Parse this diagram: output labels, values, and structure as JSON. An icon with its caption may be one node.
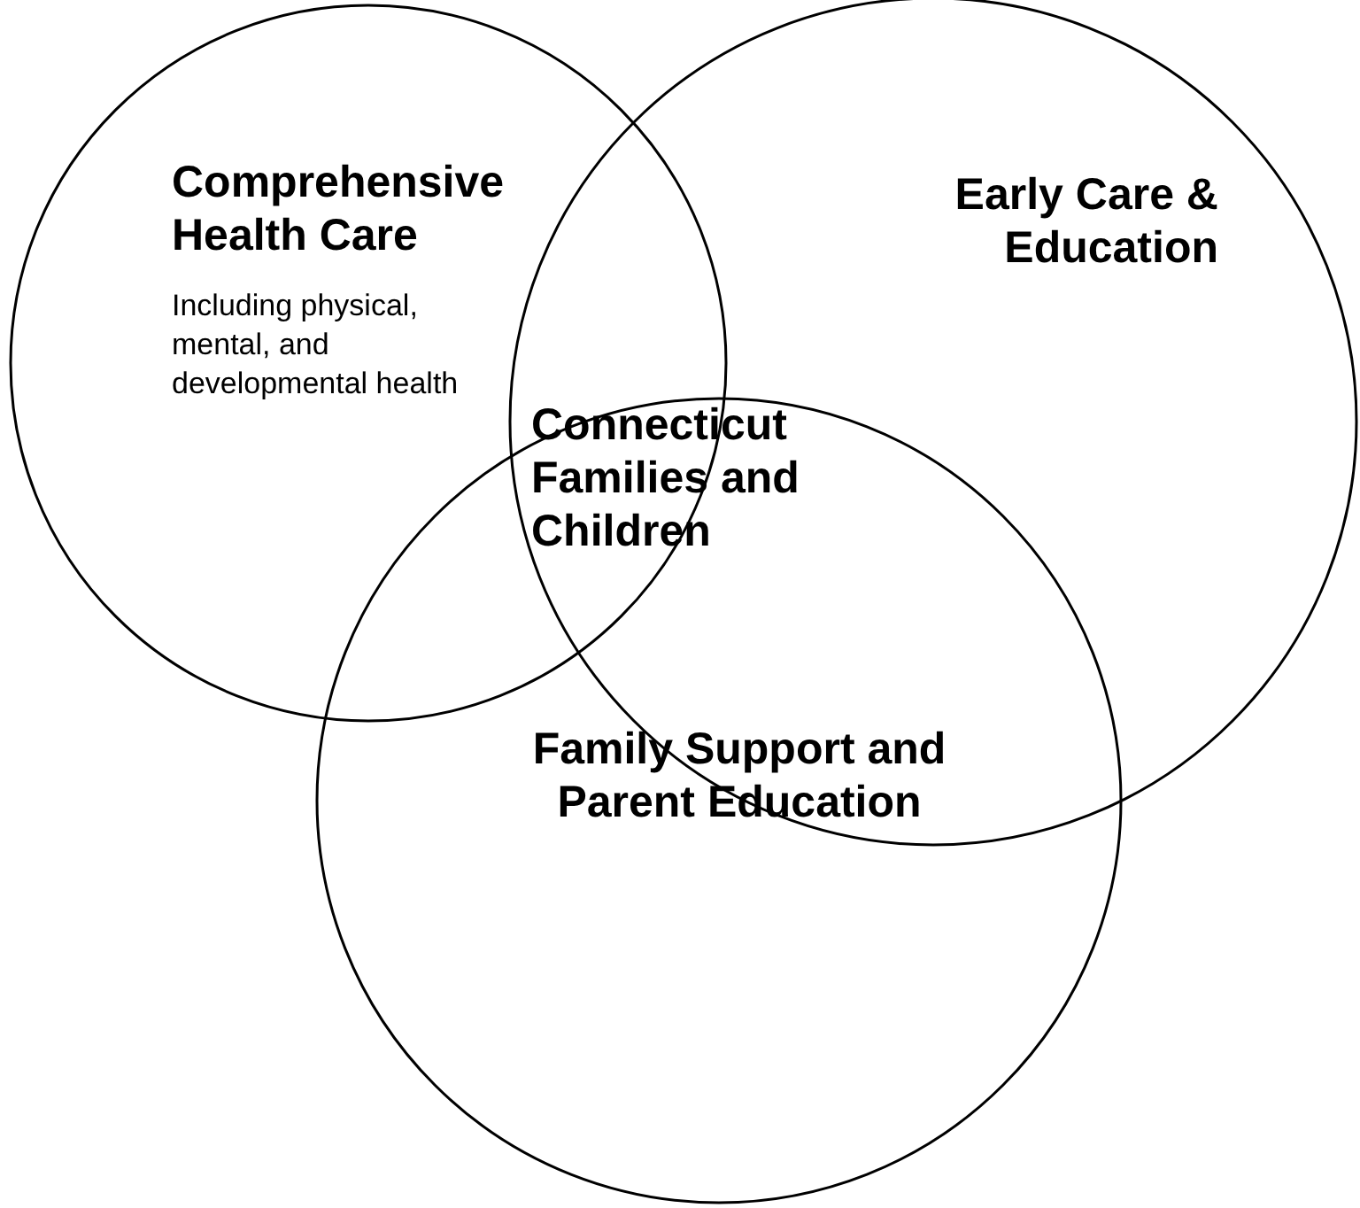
{
  "diagram": {
    "nodes": [
      {
        "text": [
          "Comprehensive Health Care",
          "Including physical, mental, and developmental health"
        ]
      },
      {
        "text": [
          "Early Care & Education"
        ]
      },
      {
        "text": [
          "Family Support and Parent Education"
        ]
      }
    ],
    "labels": [
      "Connecticut Families and Children"
    ]
  }
}
